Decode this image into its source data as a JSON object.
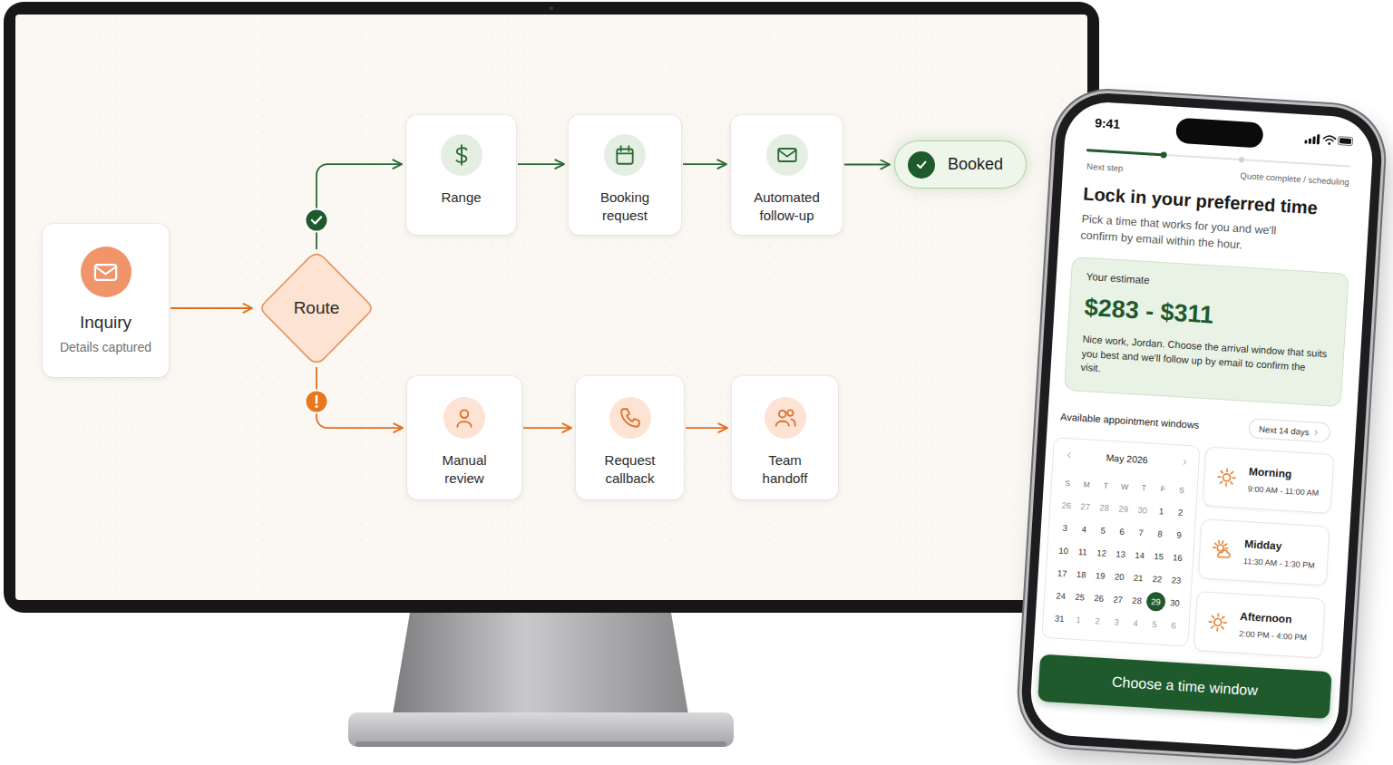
{
  "diagram": {
    "nodes": [
      {
        "text": [
          "Inquiry",
          "Details captured"
        ]
      },
      {
        "text": [
          "Route"
        ]
      },
      {
        "text": [
          "Range"
        ]
      },
      {
        "text": [
          "Booking request"
        ]
      },
      {
        "text": [
          "Automated follow-up"
        ]
      },
      {
        "text": [
          "Booked"
        ]
      },
      {
        "text": [
          "Manual review"
        ]
      },
      {
        "text": [
          "Request callback"
        ]
      },
      {
        "text": [
          "Team handoff"
        ]
      },
      {
        "text": [
          "Your estimate",
          "$283 - $311",
          "Nice work, Jordan. Choose the arrival window that suits you best and we'll follow up by email to confirm the visit."
        ]
      },
      {
        "text": [
          "Next 14 days"
        ]
      },
      {
        "text": [
          "May 2026",
          "S",
          "M",
          "T",
          "W",
          "T",
          "F",
          "S",
          "26",
          "27",
          "28",
          "29",
          "30",
          "1",
          "2",
          "3",
          "4",
          "5",
          "6",
          "7",
          "8",
          "9",
          "10",
          "11",
          "12",
          "13",
          "14",
          "15",
          "16",
          "17",
          "18",
          "19",
          "20",
          "21",
          "22",
          "23",
          "24",
          "25",
          "26",
          "27",
          "28",
          "29",
          "30",
          "31",
          "1",
          "2",
          "3",
          "4",
          "5",
          "6"
        ]
      },
      {
        "text": [
          "Morning",
          "9:00 AM - 11:00 AM"
        ]
      },
      {
        "text": [
          "Midday",
          "11:30 AM - 1:30 PM"
        ]
      },
      {
        "text": [
          "Afternoon",
          "2:00 PM - 4:00 PM"
        ]
      },
      {
        "text": [
          "Choose a time window"
        ]
      }
    ],
    "edges": [
      {
        "from": 0,
        "to": 1,
        "arrow": "to"
      },
      {
        "from": 1,
        "to": 2,
        "arrow": "to"
      },
      {
        "from": 2,
        "to": 3,
        "arrow": "to"
      },
      {
        "from": 3,
        "to": 4,
        "arrow": "to"
      },
      {
        "from": 4,
        "to": 5,
        "arrow": "to"
      },
      {
        "from": 1,
        "to": 6,
        "arrow": "to"
      },
      {
        "from": 6,
        "to": 7,
        "arrow": "to"
      },
      {
        "from": 7,
        "to": 8,
        "arrow": "to"
      }
    ],
    "labels": [
      "9:41",
      "Next step",
      "Quote complete / scheduling",
      "Lock in your preferred time",
      "Pick a time that works for you and we'll confirm by email within the hour.",
      "Available appointment windows"
    ]
  }
}
